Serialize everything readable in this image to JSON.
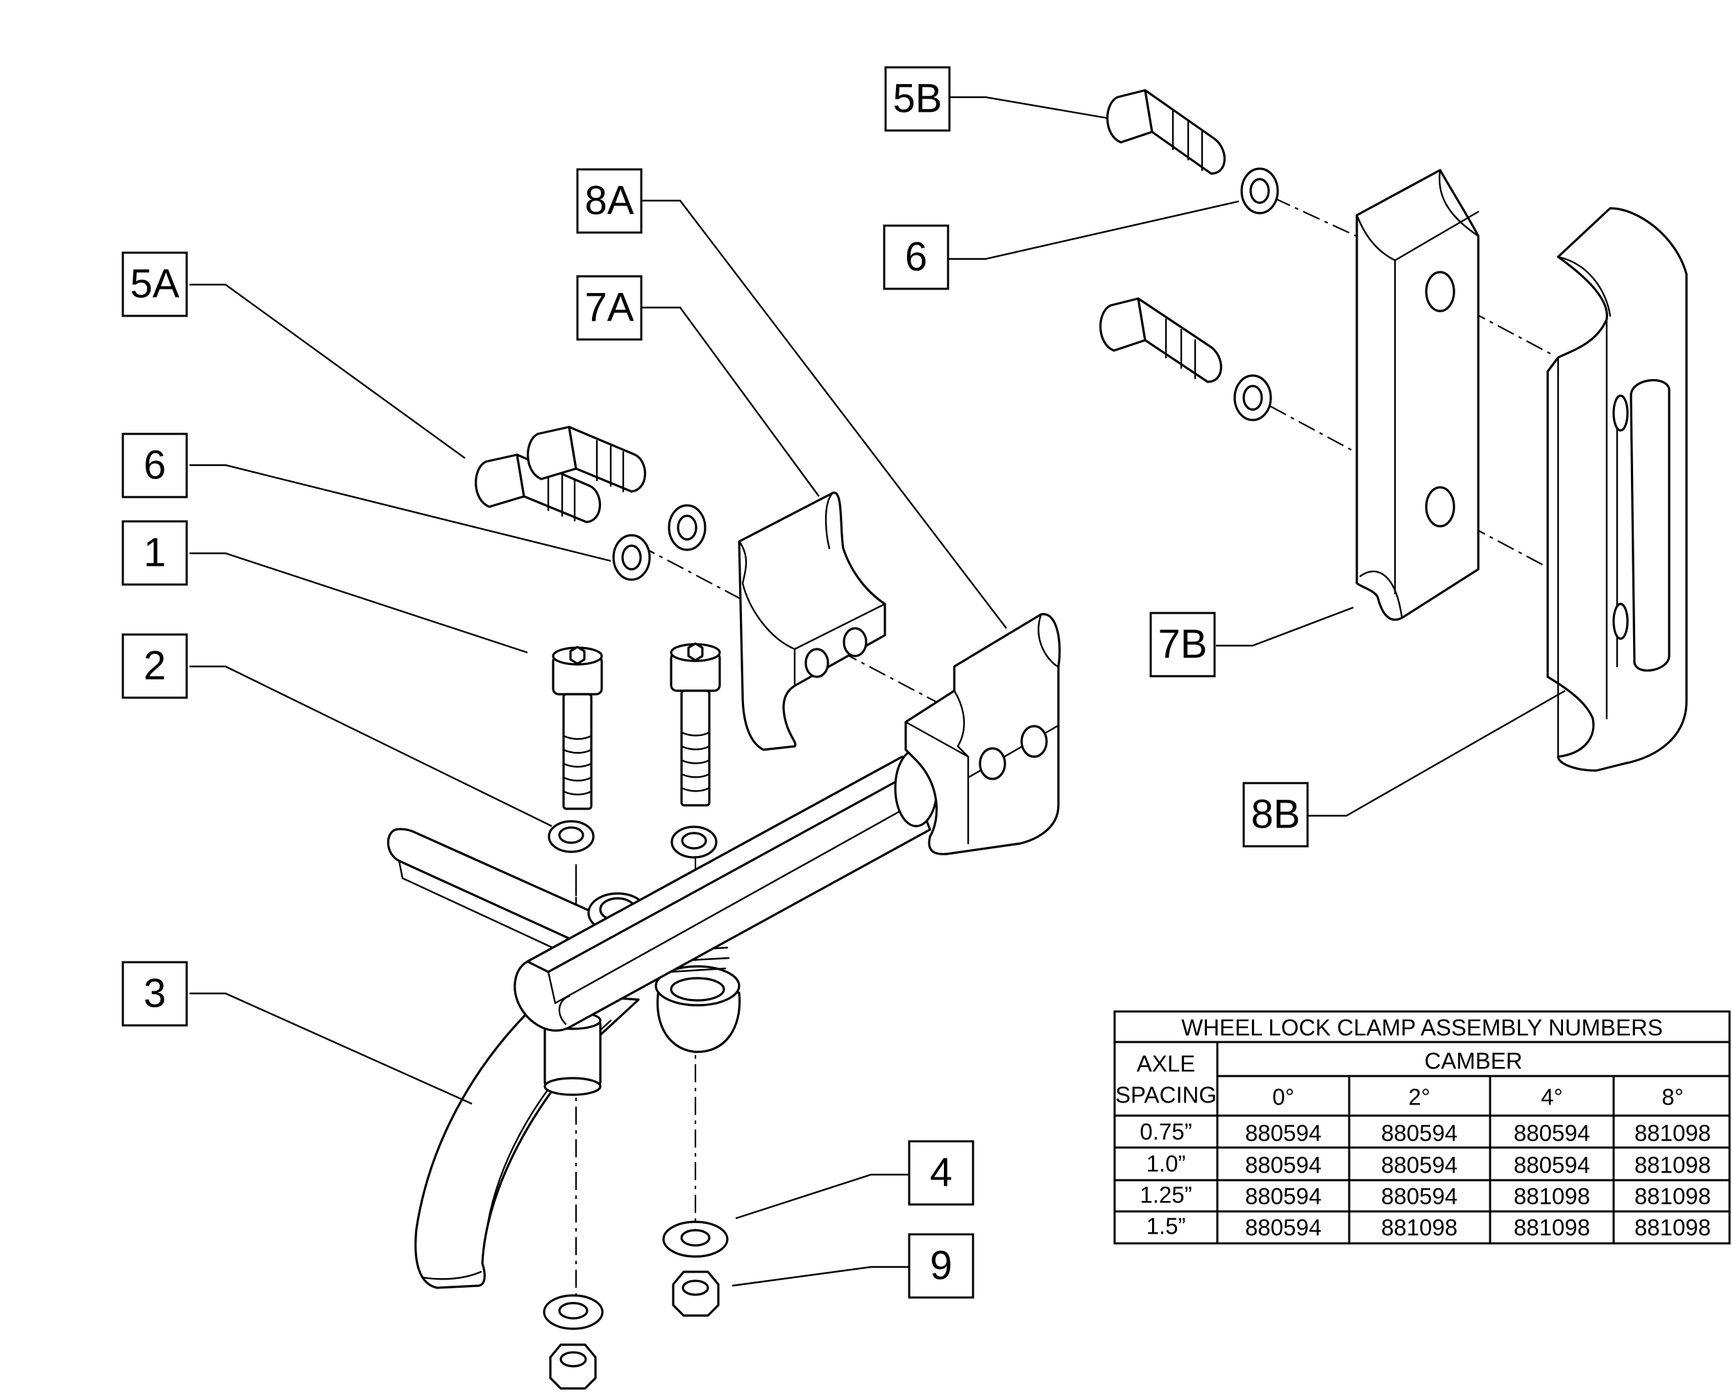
{
  "callouts": [
    {
      "id": "5B",
      "text": "5B"
    },
    {
      "id": "6-right",
      "text": "6"
    },
    {
      "id": "8A",
      "text": "8A"
    },
    {
      "id": "7A",
      "text": "7A"
    },
    {
      "id": "5A",
      "text": "5A"
    },
    {
      "id": "6-left",
      "text": "6"
    },
    {
      "id": "1",
      "text": "1"
    },
    {
      "id": "2",
      "text": "2"
    },
    {
      "id": "3",
      "text": "3"
    },
    {
      "id": "7B",
      "text": "7B"
    },
    {
      "id": "8B",
      "text": "8B"
    },
    {
      "id": "4",
      "text": "4"
    },
    {
      "id": "9",
      "text": "9"
    }
  ],
  "table": {
    "title": "WHEEL LOCK CLAMP ASSEMBLY NUMBERS",
    "row_header_line1": "AXLE",
    "row_header_line2": "SPACING",
    "group_header": "CAMBER",
    "columns": [
      "0°",
      "2°",
      "4°",
      "8°"
    ],
    "rows": [
      {
        "spacing": "0.75”",
        "values": [
          "880594",
          "880594",
          "880594",
          "881098"
        ]
      },
      {
        "spacing": "1.0”",
        "values": [
          "880594",
          "880594",
          "880594",
          "881098"
        ]
      },
      {
        "spacing": "1.25”",
        "values": [
          "880594",
          "880594",
          "881098",
          "881098"
        ]
      },
      {
        "spacing": "1.5”",
        "values": [
          "880594",
          "881098",
          "881098",
          "881098"
        ]
      }
    ]
  }
}
